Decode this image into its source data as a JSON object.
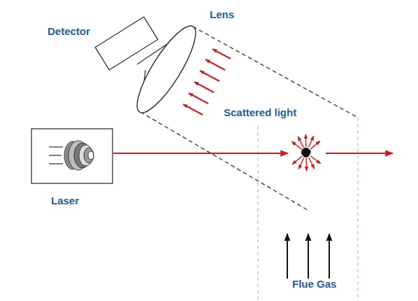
{
  "diagram": {
    "labels": [
      "Detector",
      "Lens",
      "Scattered light",
      "Laser",
      "Flue Gas"
    ]
  }
}
